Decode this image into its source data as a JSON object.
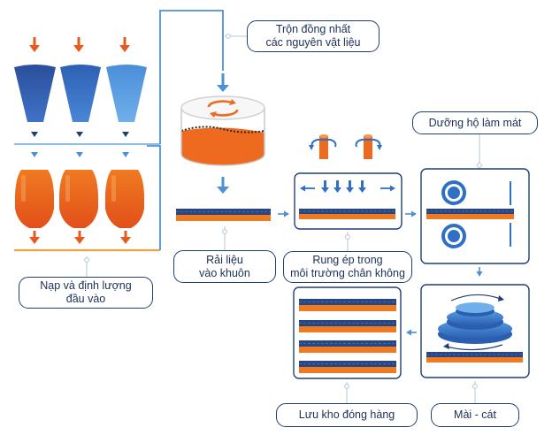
{
  "labels": {
    "mixing": [
      "Trộn đồng nhất",
      "các nguyên vật liệu"
    ],
    "feeding": [
      "Nạp và định lượng",
      "đầu vào"
    ],
    "laying": [
      "Rải liệu",
      "vào khuôn"
    ],
    "vacuum": [
      "Rung ép trong",
      "môi trường chân không"
    ],
    "curing": [
      "Dưỡng hộ làm mát"
    ],
    "grinding": [
      "Mài - cát"
    ],
    "storage": [
      "Lưu kho đóng hàng"
    ]
  },
  "colors": {
    "navy": "#1f3f73",
    "blue": "#2f6fc4",
    "orange": "#ee6a1f",
    "connector": "#4e90d6"
  }
}
